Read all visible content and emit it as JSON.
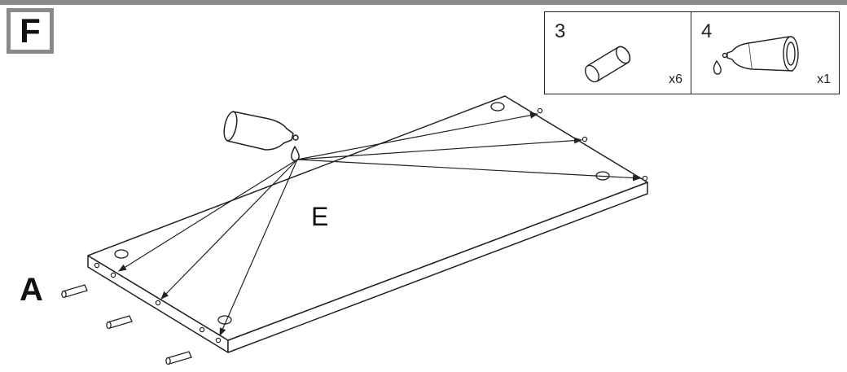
{
  "step": {
    "letter": "F"
  },
  "parts": [
    {
      "number": "3",
      "quantity": "x6",
      "icon": "wooden-dowel-icon"
    },
    {
      "number": "4",
      "quantity": "x1",
      "icon": "glue-bottle-icon"
    }
  ],
  "labels": {
    "panel": "E",
    "dowels": "A"
  },
  "colors": {
    "frame_gray": "#8a8a8a",
    "ink": "#222222"
  }
}
